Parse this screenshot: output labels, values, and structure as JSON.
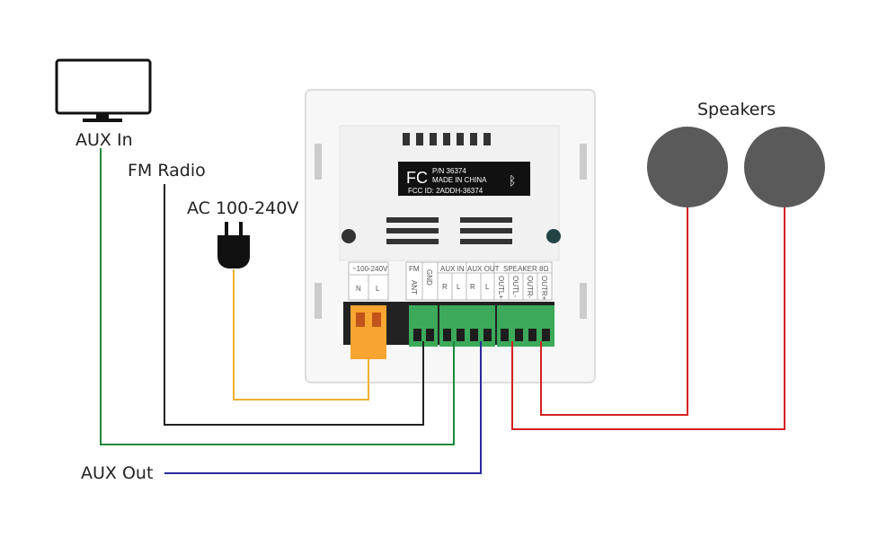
{
  "labels": {
    "aux_in": "AUX In",
    "fm_radio": "FM Radio",
    "ac_power": "AC 100-240V",
    "aux_out": "AUX Out",
    "speakers": "Speakers"
  },
  "device": {
    "label_pn": "P/N 36374",
    "label_made": "MADE IN CHINA",
    "label_fcc_id": "FCC ID: 2ADDH-36374",
    "label_fcc_logo": "FC",
    "terminals": {
      "power_header": "~100-240V",
      "power_n": "N",
      "power_l": "L",
      "fm_header": "FM",
      "fm_ant": "ANT",
      "gnd": "GND",
      "aux_in_header": "AUX IN",
      "aux_in_r": "R",
      "aux_in_l": "L",
      "aux_out_header": "AUX OUT",
      "aux_out_r": "R",
      "aux_out_l": "L",
      "speaker_header": "SPEAKER 8Ω",
      "outl_plus": "OUTL+",
      "outl_minus": "OUTL-",
      "outr_minus": "OUTR-",
      "outr_plus": "OUTR+"
    }
  },
  "colors": {
    "aux_in_wire": "#1a8a3a",
    "fm_wire": "#222222",
    "ac_wire": "#f0b030",
    "aux_out_wire": "#2a2aa0",
    "speaker_wire": "#d42020",
    "speaker": "#5a5a5a",
    "terminal_green": "#3caa5a",
    "terminal_orange": "#f7a530"
  }
}
